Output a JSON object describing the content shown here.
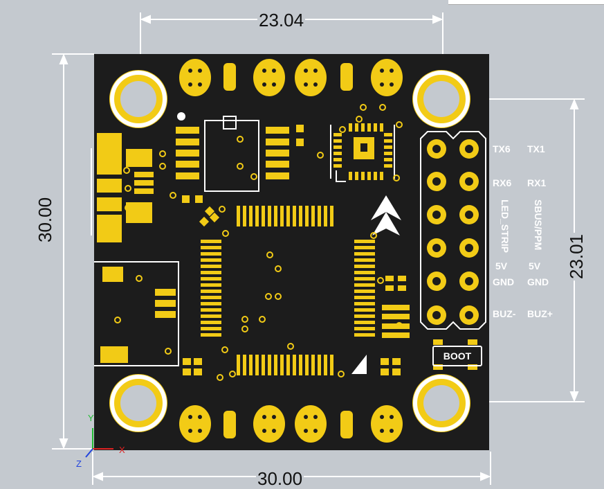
{
  "dimensions": {
    "top": "23.04",
    "bottom": "30.00",
    "left": "30.00",
    "right": "23.01"
  },
  "pins": {
    "rows": [
      {
        "left": "TX6",
        "right": "TX1"
      },
      {
        "left": "RX6",
        "right": "RX1"
      },
      {
        "left": "5V",
        "right": "5V"
      },
      {
        "left": "GND",
        "right": "GND"
      },
      {
        "left": "BUZ-",
        "right": "BUZ+"
      }
    ],
    "vertical_left": "LED_STRIP",
    "vertical_right": "SBUS/PPM"
  },
  "boot_label": "BOOT",
  "axis": {
    "x": "X",
    "y": "Y",
    "z": "Z"
  },
  "colors": {
    "board": "#1c1c1c",
    "pad": "#f2cb16",
    "silk": "#ffffff",
    "background": "#c4c9cf",
    "dimension_line": "#ffffff"
  }
}
